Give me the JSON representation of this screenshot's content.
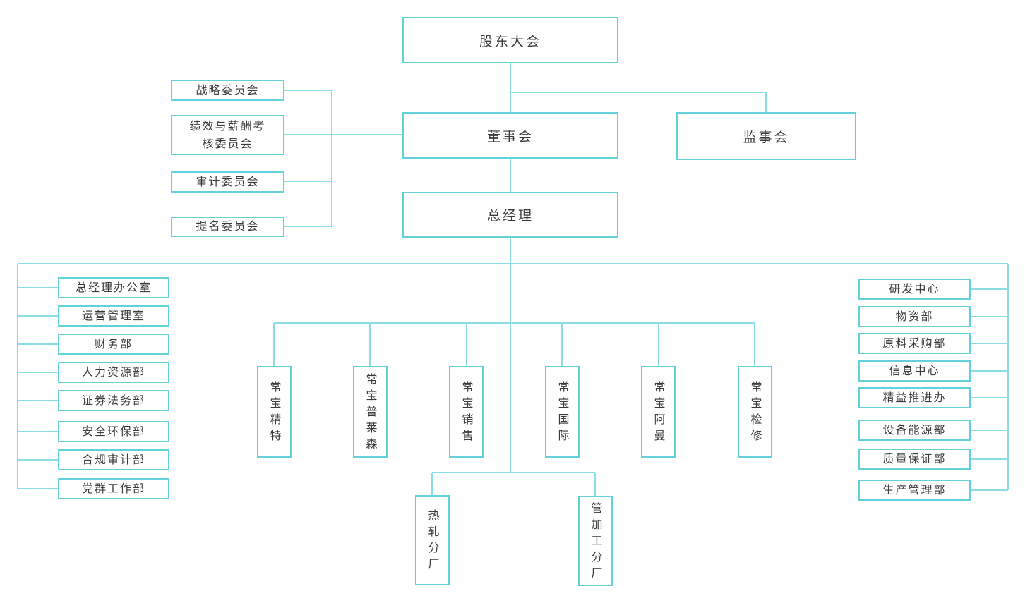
{
  "diagram": {
    "type": "org-chart",
    "colors": {
      "box_border": "#63d1da",
      "connector_line": "#8adde2",
      "text": "#3b3b3b",
      "background": "#ffffff"
    },
    "nodes": {
      "shareholders": "股东大会",
      "board": "董事会",
      "supervisory": "监事会",
      "general_manager": "总经理",
      "committees": [
        "战略委员会",
        "绩效与薪酬考核委员会",
        "审计委员会",
        "提名委员会"
      ],
      "left_departments": [
        "总经理办公室",
        "运营管理室",
        "财务部",
        "人力资源部",
        "证券法务部",
        "安全环保部",
        "合规审计部",
        "党群工作部"
      ],
      "right_departments": [
        "研发中心",
        "物资部",
        "原料采购部",
        "信息中心",
        "精益推进办",
        "设备能源部",
        "质量保证部",
        "生产管理部"
      ],
      "subsidiaries": [
        "常宝精特",
        "常宝普莱森",
        "常宝销售",
        "常宝国际",
        "常宝阿曼",
        "常宝检修"
      ],
      "factories": [
        "热轧分厂",
        "管加工分厂"
      ]
    },
    "hierarchy": [
      {
        "parent": "股东大会",
        "children": [
          "董事会",
          "监事会"
        ]
      },
      {
        "parent": "董事会",
        "children": [
          "战略委员会",
          "绩效与薪酬考核委员会",
          "审计委员会",
          "提名委员会",
          "总经理"
        ]
      },
      {
        "parent": "总经理",
        "children": [
          "总经理办公室",
          "运营管理室",
          "财务部",
          "人力资源部",
          "证券法务部",
          "安全环保部",
          "合规审计部",
          "党群工作部",
          "研发中心",
          "物资部",
          "原料采购部",
          "信息中心",
          "精益推进办",
          "设备能源部",
          "质量保证部",
          "生产管理部",
          "常宝精特",
          "常宝普莱森",
          "常宝销售",
          "常宝国际",
          "常宝阿曼",
          "常宝检修",
          "热轧分厂",
          "管加工分厂"
        ]
      }
    ]
  }
}
